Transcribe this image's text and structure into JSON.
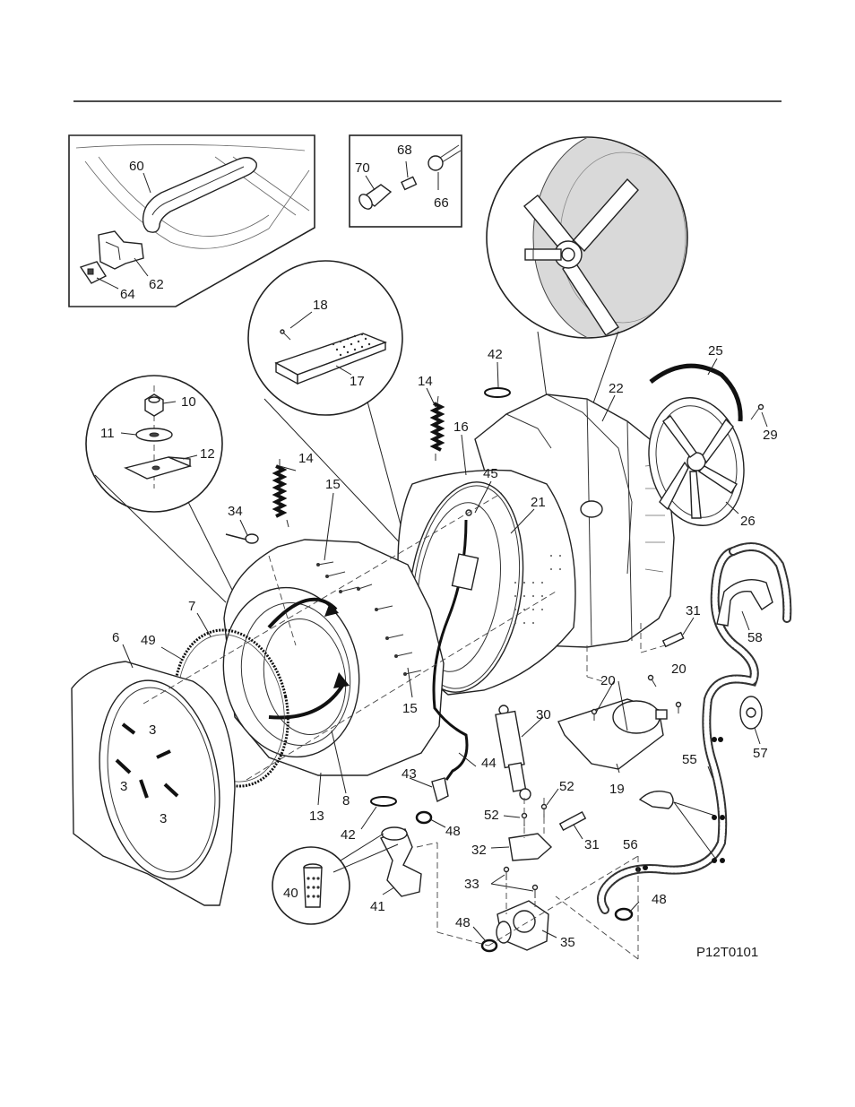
{
  "figure": {
    "code": "P12T0101"
  },
  "callouts": {
    "c3a": "3",
    "c3b": "3",
    "c3c": "3",
    "c6": "6",
    "c7": "7",
    "c8": "8",
    "c10": "10",
    "c11": "11",
    "c12": "12",
    "c13": "13",
    "c14a": "14",
    "c14b": "14",
    "c15a": "15",
    "c15b": "15",
    "c16": "16",
    "c17": "17",
    "c18": "18",
    "c19": "19",
    "c20a": "20",
    "c20b": "20",
    "c21": "21",
    "c22": "22",
    "c25": "25",
    "c26": "26",
    "c29": "29",
    "c30": "30",
    "c31a": "31",
    "c31b": "31",
    "c32": "32",
    "c33": "33",
    "c34": "34",
    "c35": "35",
    "c40": "40",
    "c41": "41",
    "c42a": "42",
    "c42b": "42",
    "c43": "43",
    "c44": "44",
    "c45": "45",
    "c48a": "48",
    "c48b": "48",
    "c48c": "48",
    "c49": "49",
    "c52a": "52",
    "c52b": "52",
    "c55": "55",
    "c56": "56",
    "c57": "57",
    "c58": "58",
    "c60": "60",
    "c62": "62",
    "c64": "64",
    "c66": "66",
    "c68": "68",
    "c70": "70"
  },
  "colors": {
    "line": "#222222",
    "detail_fill": "#d9d9d9",
    "background": "#ffffff"
  }
}
